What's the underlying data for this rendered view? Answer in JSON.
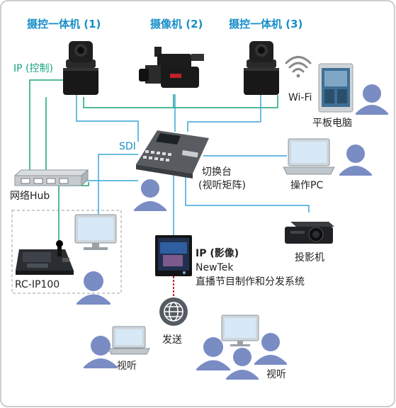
{
  "devices": {
    "ptz_camera_1": "摄控一体机 (1)",
    "camcorder_2": "摄像机 (2)",
    "ptz_camera_3": "摄控一体机 (3)",
    "wifi": "Wi-Fi",
    "tablet": "平板电脑",
    "switcher_line1": "切换台",
    "switcher_line2": "(视听矩阵)",
    "operation_pc": "操作PC",
    "network_hub": "网络Hub",
    "controller": "RC-IP100",
    "projector": "投影机",
    "newtek_line1": "IP (影像)",
    "newtek_line2": "NewTek",
    "newtek_line3": "直播节目制作和分发系统",
    "distribution": "发送",
    "audience_left": "视听",
    "audience_right": "视听"
  },
  "connections": {
    "ip_control_label": "IP (控制)",
    "sdi_label": "SDI"
  },
  "colors": {
    "title_blue": "#1a8fc8",
    "ip_control_green": "#17a37a",
    "sdi_blue": "#3aa6d8",
    "stream_red": "#c0202a",
    "person": "#7a8cc4",
    "frame": "#bfbfbf"
  }
}
